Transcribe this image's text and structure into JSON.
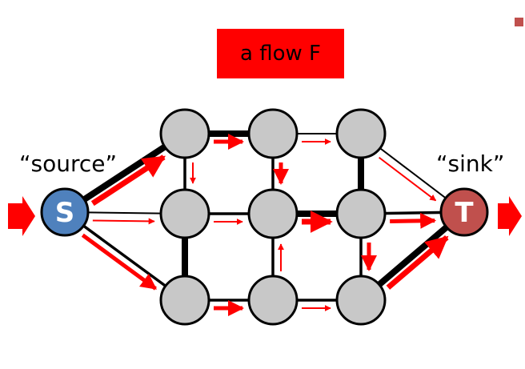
{
  "title": "a flow F",
  "labels": {
    "source": "“source”",
    "sink": "“sink”"
  },
  "nodes": [
    {
      "id": "S",
      "label": "S",
      "kind": "source"
    },
    {
      "id": "T",
      "label": "T",
      "kind": "sink"
    },
    {
      "id": "a1",
      "label": ""
    },
    {
      "id": "a2",
      "label": ""
    },
    {
      "id": "a3",
      "label": ""
    },
    {
      "id": "b1",
      "label": ""
    },
    {
      "id": "b2",
      "label": ""
    },
    {
      "id": "b3",
      "label": ""
    },
    {
      "id": "c1",
      "label": ""
    },
    {
      "id": "c2",
      "label": ""
    },
    {
      "id": "c3",
      "label": ""
    }
  ],
  "edges": [
    {
      "from": "S",
      "to": "a1",
      "capacity": "thick"
    },
    {
      "from": "S",
      "to": "b1",
      "capacity": "thin"
    },
    {
      "from": "S",
      "to": "c1",
      "capacity": "medium"
    },
    {
      "from": "a1",
      "to": "a2",
      "capacity": "thick"
    },
    {
      "from": "a2",
      "to": "a3",
      "capacity": "thin"
    },
    {
      "from": "b1",
      "to": "b2",
      "capacity": "medium"
    },
    {
      "from": "b2",
      "to": "b3",
      "capacity": "thick"
    },
    {
      "from": "b3",
      "to": "T",
      "capacity": "medium"
    },
    {
      "from": "c1",
      "to": "c2",
      "capacity": "medium"
    },
    {
      "from": "c2",
      "to": "c3",
      "capacity": "medium"
    },
    {
      "from": "a3",
      "to": "T",
      "capacity": "thin"
    },
    {
      "from": "c3",
      "to": "T",
      "capacity": "thick"
    },
    {
      "from": "a1",
      "to": "b1",
      "capacity": "medium"
    },
    {
      "from": "b1",
      "to": "c1",
      "capacity": "thick"
    },
    {
      "from": "a2",
      "to": "b2",
      "capacity": "medium"
    },
    {
      "from": "b2",
      "to": "c2",
      "capacity": "medium"
    },
    {
      "from": "a3",
      "to": "b3",
      "capacity": "thick"
    },
    {
      "from": "b3",
      "to": "c3",
      "capacity": "medium"
    }
  ],
  "flows": [
    {
      "from": "S",
      "to": "a1",
      "amount": "large"
    },
    {
      "from": "S",
      "to": "b1",
      "amount": "small"
    },
    {
      "from": "S",
      "to": "c1",
      "amount": "medium"
    },
    {
      "from": "a1",
      "to": "a2",
      "amount": "medium"
    },
    {
      "from": "a2",
      "to": "a3",
      "amount": "small"
    },
    {
      "from": "a1",
      "to": "b1",
      "amount": "small"
    },
    {
      "from": "a2",
      "to": "b2",
      "amount": "medium"
    },
    {
      "from": "b1",
      "to": "b2",
      "amount": "small"
    },
    {
      "from": "b2",
      "to": "b3",
      "amount": "large"
    },
    {
      "from": "b3",
      "to": "T",
      "amount": "medium"
    },
    {
      "from": "a3",
      "to": "T",
      "amount": "small"
    },
    {
      "from": "b3",
      "to": "c3",
      "amount": "medium"
    },
    {
      "from": "c2",
      "to": "b2",
      "amount": "small"
    },
    {
      "from": "c1",
      "to": "c2",
      "amount": "medium"
    },
    {
      "from": "c2",
      "to": "c3",
      "amount": "small"
    },
    {
      "from": "c3",
      "to": "T",
      "amount": "large"
    }
  ],
  "colors": {
    "flow": "#ff0000",
    "edge": "#000000",
    "node_fill": "#c8c8c8",
    "source_fill": "#4f81bd",
    "sink_fill": "#c0504d",
    "title_bg": "#ff0000",
    "corner_marker": "#c0504d"
  }
}
